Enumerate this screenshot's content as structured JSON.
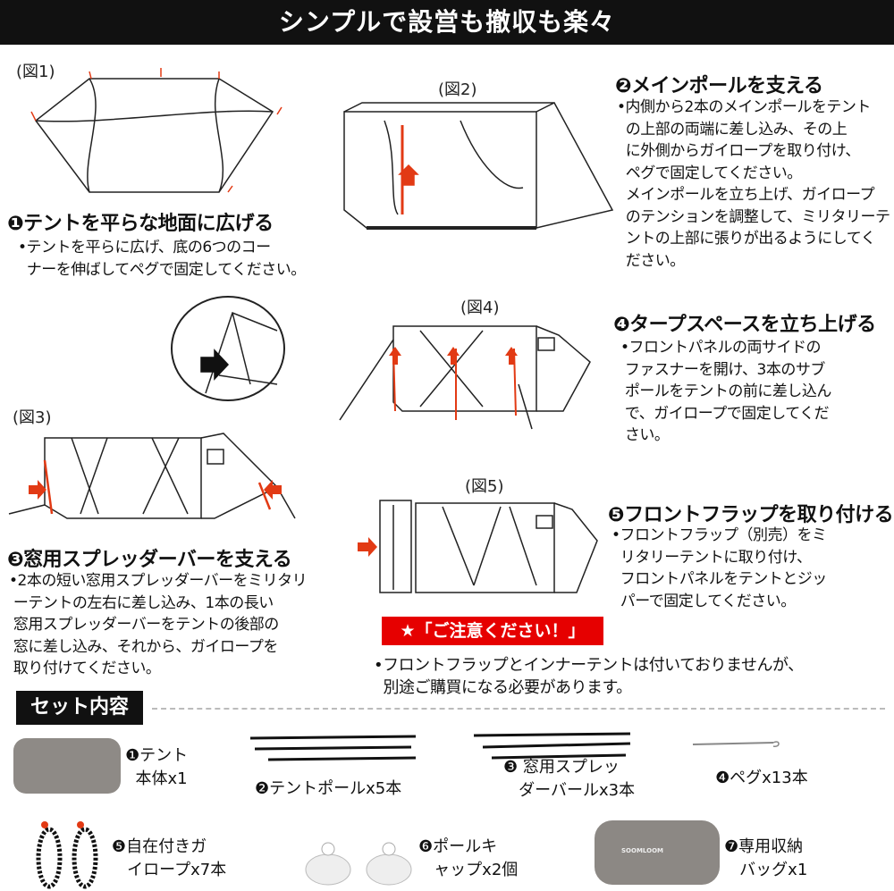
{
  "banner": {
    "title": "シンプルで設営も撤収も楽々"
  },
  "figures": {
    "f1": "(図1)",
    "f2": "(図2)",
    "f3": "(図3)",
    "f4": "(図4)",
    "f5": "(図5)"
  },
  "steps": [
    {
      "heading": "❶テントを平らな地面に広げる",
      "body": "•テントを平らに広げ、底の6つのコー\n  ナーを伸ばしてペグで固定してください。"
    },
    {
      "heading": "❷メインポールを支える",
      "body": "•内側から2本のメインポールをテント\n  の上部の両端に差し込み、その上\n  に外側からガイロープを取り付け、\n  ペグで固定してください。\n  メインポールを立ち上げ、ガイロープ\n  のテンションを調整して、ミリタリーテ\n  ントの上部に張りが出るようにしてく\n  ださい。"
    },
    {
      "heading": "❸窓用スプレッダーバーを支える",
      "body": "•2本の短い窓用スプレッダーバーをミリタリ\n ーテントの左右に差し込み、1本の長い\n 窓用スプレッダーバーをテントの後部の\n 窓に差し込み、それから、ガイロープを\n 取り付けてください。"
    },
    {
      "heading": "❹タープスペースを立ち上げる",
      "body": "•フロントパネルの両サイドの\n ファスナーを開け、3本のサブ\n ポールをテントの前に差し込ん\n で、ガイロープで固定してくだ\n さい。"
    },
    {
      "heading": "❺フロントフラップを取り付ける",
      "body": "•フロントフラップ（別売）をミ\n  リタリーテントに取り付け、\n  フロントパネルをテントとジッ\n  パーで固定してください。"
    }
  ],
  "notice": {
    "label": "★「ご注意ください！」",
    "text": "•フロントフラップとインナーテントは付いておりませんが、\n  別途ご購買になる必要があります。"
  },
  "set": {
    "title": "セット内容",
    "items": [
      {
        "label": "❶テント\n  本体x1"
      },
      {
        "label": "❷テントポールx5本"
      },
      {
        "label": "❸ 窓用スプレッ\n   ダーバールx3本"
      },
      {
        "label": "❹ペグx13本"
      },
      {
        "label": "❺自在付きガ\n   イロープx7本"
      },
      {
        "label": "❻ポールキ\n   ャップx2個"
      },
      {
        "label": "❼専用収納\n   バッグx1"
      }
    ],
    "bag_logo": "SOOMLOOM"
  },
  "colors": {
    "accent_red": "#e60000",
    "arrow_red": "#e23a14",
    "banner_bg": "#111111"
  }
}
